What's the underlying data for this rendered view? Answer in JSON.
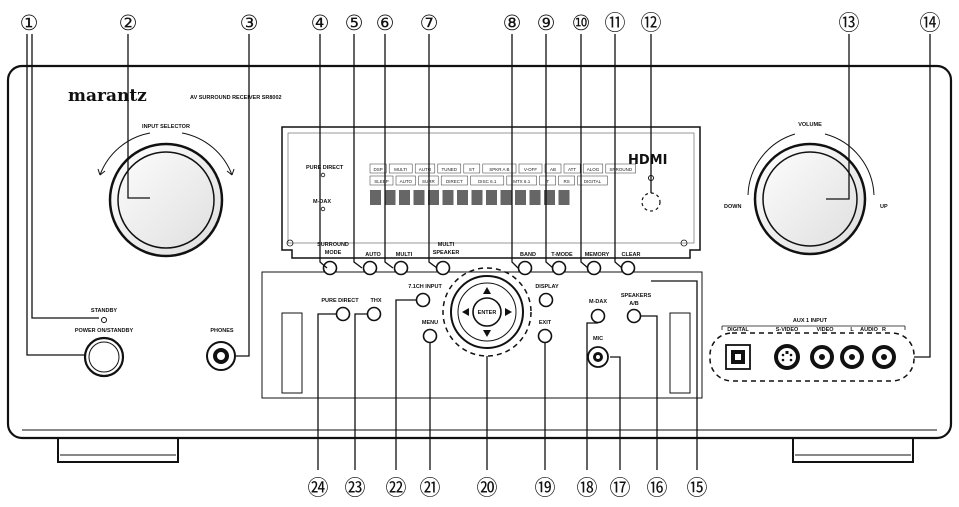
{
  "panel": {
    "brand": "marantz",
    "model": "AV SURROUND RECEIVER SR8002",
    "input_selector": "INPUT SELECTOR",
    "standby": "STANDBY",
    "power": "POWER ON/STANDBY",
    "phones": "PHONES",
    "volume": "VOLUME",
    "down": "DOWN",
    "up": "UP",
    "hdmi": "HDMI",
    "pure_direct_ind": "PURE DIRECT",
    "m_dax_ind": "M-DAX"
  },
  "buttons": {
    "surround_mode": [
      "SURROUND",
      "MODE"
    ],
    "auto": "AUTO",
    "multi": "MULTI",
    "multi_speaker": [
      "MULTI",
      "SPEAKER"
    ],
    "band": "BAND",
    "t_mode": "T-MODE",
    "memory": "MEMORY",
    "clear": "CLEAR",
    "pure_direct": "PURE DIRECT",
    "thx": "THX",
    "input_71ch": "7.1CH INPUT",
    "menu": "MENU",
    "enter": "ENTER",
    "exit": "EXIT",
    "display": "DISPLAY",
    "m_dax": "M-DAX",
    "speakers": "SPEAKERS",
    "speakers_ab": "A/B",
    "mic": "MIC"
  },
  "aux": {
    "title": "AUX 1 INPUT",
    "digital": "DIGITAL",
    "svideo": "S-VIDEO",
    "video": "VIDEO",
    "audio_l": "L",
    "audio": "AUDIO",
    "audio_r": "R"
  },
  "display_segments": {
    "row1": [
      "DSP",
      "MULTI",
      "AUTO",
      "TUNED",
      "ST",
      "SPKR A B",
      "V-OFF",
      "AB",
      "ATT",
      "ALOG",
      "SRROUND"
    ],
    "row2": [
      "SLEEP",
      "AUTO",
      "SURR",
      "DIRECT",
      "DISC 6.1",
      "MTX 6.1",
      "T",
      "RS",
      "DIGITAL"
    ]
  },
  "callouts": [
    "①",
    "②",
    "③",
    "④",
    "⑤",
    "⑥",
    "⑦",
    "⑧",
    "⑨",
    "⑩",
    "⑪",
    "⑫",
    "⑬",
    "⑭",
    "⑮",
    "⑯",
    "⑰",
    "⑱",
    "⑲",
    "⑳",
    "㉑",
    "㉒",
    "㉓",
    "㉔"
  ]
}
